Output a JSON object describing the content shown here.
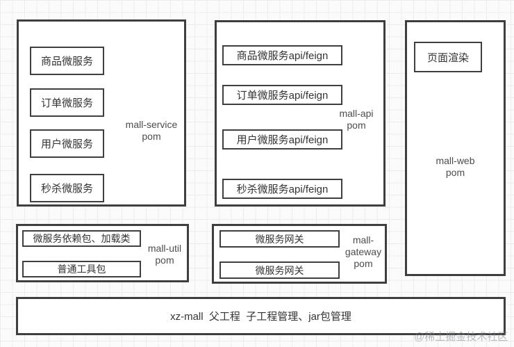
{
  "groups": {
    "service": {
      "label": "mall-service\npom",
      "items": [
        "商品微服务",
        "订单微服务",
        "用户微服务",
        "秒杀微服务"
      ]
    },
    "api": {
      "label": "mall-api\npom",
      "items": [
        "商品微服务api/feign",
        "订单微服务api/feign",
        "用户微服务api/feign",
        "秒杀微服务api/feign"
      ]
    },
    "web": {
      "label": "mall-web\npom",
      "items": [
        "页面渲染"
      ]
    },
    "util": {
      "label": "mall-util\npom",
      "items": [
        "微服务依赖包、加载类",
        "普通工具包"
      ]
    },
    "gateway": {
      "label": "mall-\ngateway\npom",
      "items": [
        "微服务网关",
        "微服务网关"
      ]
    }
  },
  "bottom_bar": {
    "text": "xz-mall  父工程  子工程管理、jar包管理"
  },
  "watermark": "@稀土掘金技术社区",
  "colors": {
    "border": "#3e3e3e",
    "text": "#333333",
    "label": "#4c4c4c",
    "grid_line": "#ececec",
    "background": "#fbfbfb"
  }
}
